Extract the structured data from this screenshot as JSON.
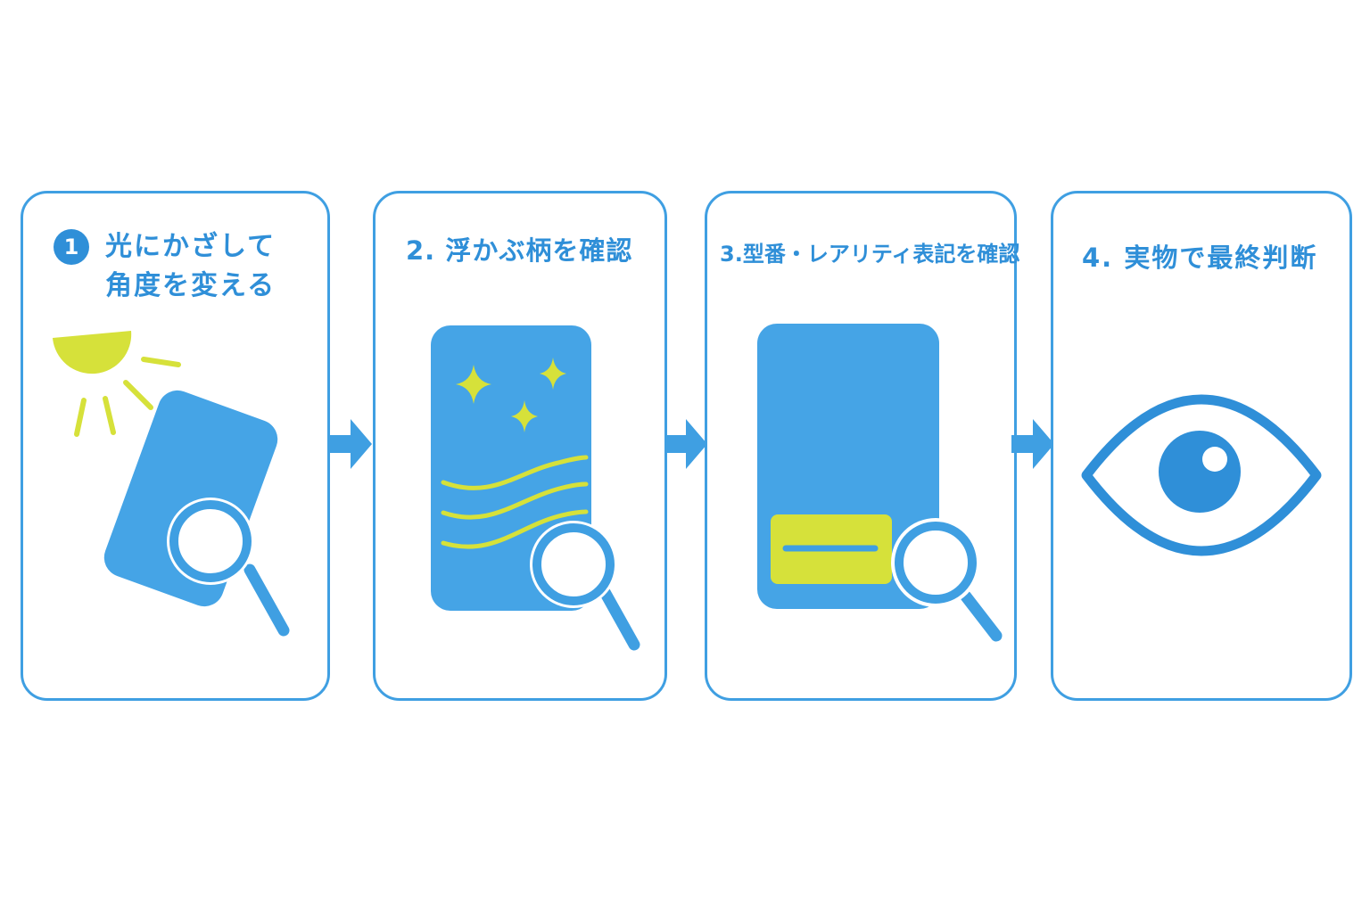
{
  "steps": [
    {
      "number": "1",
      "title_line1": "光にかざして",
      "title_line2": "角度を変える"
    },
    {
      "number": "2.",
      "title": "浮かぶ柄を確認"
    },
    {
      "number": "3.",
      "title": "型番・レアリティ表記を確認"
    },
    {
      "number": "4.",
      "title": "実物で最終判断"
    }
  ],
  "colors": {
    "primary_blue": "#3f9fe2",
    "card_blue": "#45a4e6",
    "accent_yellow": "#d6e13a",
    "title_blue": "#2f8fd8"
  },
  "icons": [
    "sun-icon",
    "card-icon",
    "magnifier-icon",
    "sparkle-icon",
    "wave-pattern-icon",
    "rarity-label-icon",
    "eye-icon",
    "arrow-right-icon"
  ]
}
